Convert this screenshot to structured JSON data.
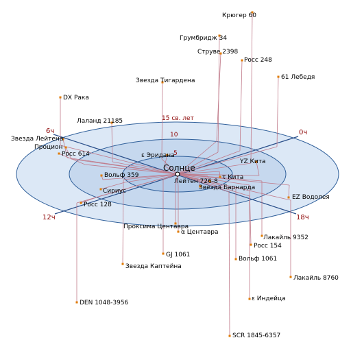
{
  "center_label": "Солнце",
  "ring_labels": [
    "5",
    "10",
    "15 св. лет"
  ],
  "hour_labels": [
    "0ч",
    "6ч",
    "12ч",
    "18ч"
  ],
  "stars": [
    {
      "name": "Крюгер 60"
    },
    {
      "name": "Грумбридж 34"
    },
    {
      "name": "Струве 2398"
    },
    {
      "name": "Росс 248"
    },
    {
      "name": "61 Лебедя"
    },
    {
      "name": "Звезда Тигардена"
    },
    {
      "name": "DX Рака"
    },
    {
      "name": "Лаланд 21185"
    },
    {
      "name": "Звезда Лейтена"
    },
    {
      "name": "Процион"
    },
    {
      "name": "Росс 614"
    },
    {
      "name": "ε Эридана"
    },
    {
      "name": "Вольф 359"
    },
    {
      "name": "Сириус"
    },
    {
      "name": "Росс 128"
    },
    {
      "name": "τ Кита"
    },
    {
      "name": "YZ Кита"
    },
    {
      "name": "Лейтен 726-8"
    },
    {
      "name": "Звезда Барнарда"
    },
    {
      "name": "EZ Водолея"
    },
    {
      "name": "Проксима Центавра"
    },
    {
      "name": "α Центавра"
    },
    {
      "name": "Лакайль 9352"
    },
    {
      "name": "Росс 154"
    },
    {
      "name": "GJ 1061"
    },
    {
      "name": "Вольф 1061"
    },
    {
      "name": "Звезда Каптейна"
    },
    {
      "name": "Лакайль 8760"
    },
    {
      "name": "ε Индейца"
    },
    {
      "name": "DEN 1048-3956"
    },
    {
      "name": "SCR 1845-6357"
    }
  ],
  "colors": {
    "disk_fill": "#dce8f6",
    "disk_stroke": "#2f5f9a",
    "axis": "#2a4f8a",
    "ring_text": "#8b0000",
    "drop_line": "#c07a8a",
    "marker": "#e07b00"
  }
}
